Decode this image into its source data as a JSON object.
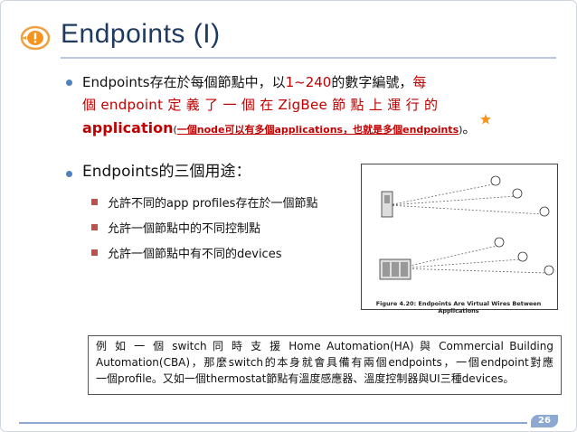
{
  "title": "Endpoints (I)",
  "bullet1": {
    "line1_a": "Endpoints存在於每個節點中，以",
    "line1_red": "1~240",
    "line1_b": "的數字編號，",
    "line1_red2": "每",
    "line2": "個 endpoint 定 義 了 一 個 在 ZigBee 節 點 上 運 行 的",
    "line3_bold": "application",
    "line3_paren_open": "(",
    "line3_underlined": "一個node可以有多個applications，也就是多個endpoints",
    "line3_paren_close": ")",
    "line3_end": "。"
  },
  "bullet2": {
    "text": "Endpoints的三個用途：",
    "items": [
      "允許不同的app profiles存在於一個節點",
      "允許一個節點中的不同控制點",
      "允許一個節點中有不同的devices"
    ]
  },
  "figure": {
    "caption": "Figure 4.20: Endpoints Are Virtual Wires Between Applications"
  },
  "note": {
    "line1": "例 如 一 個 switch 同 時 支 援 Home Automation(HA) 與 Commercial Building",
    "line2": "Automation(CBA)，那麼switch的本身就會具備有兩個endpoints，一個endpoint對應",
    "line3": "一個profile。又如一個thermostat節點有溫度感應器、溫度控制器與UI三種devices。"
  },
  "page_number": "26",
  "colors": {
    "title": "#1f3a60",
    "accent_red": "#c00000",
    "bullet_blue": "#4f81bd",
    "sub_bullet": "#c0504d"
  }
}
